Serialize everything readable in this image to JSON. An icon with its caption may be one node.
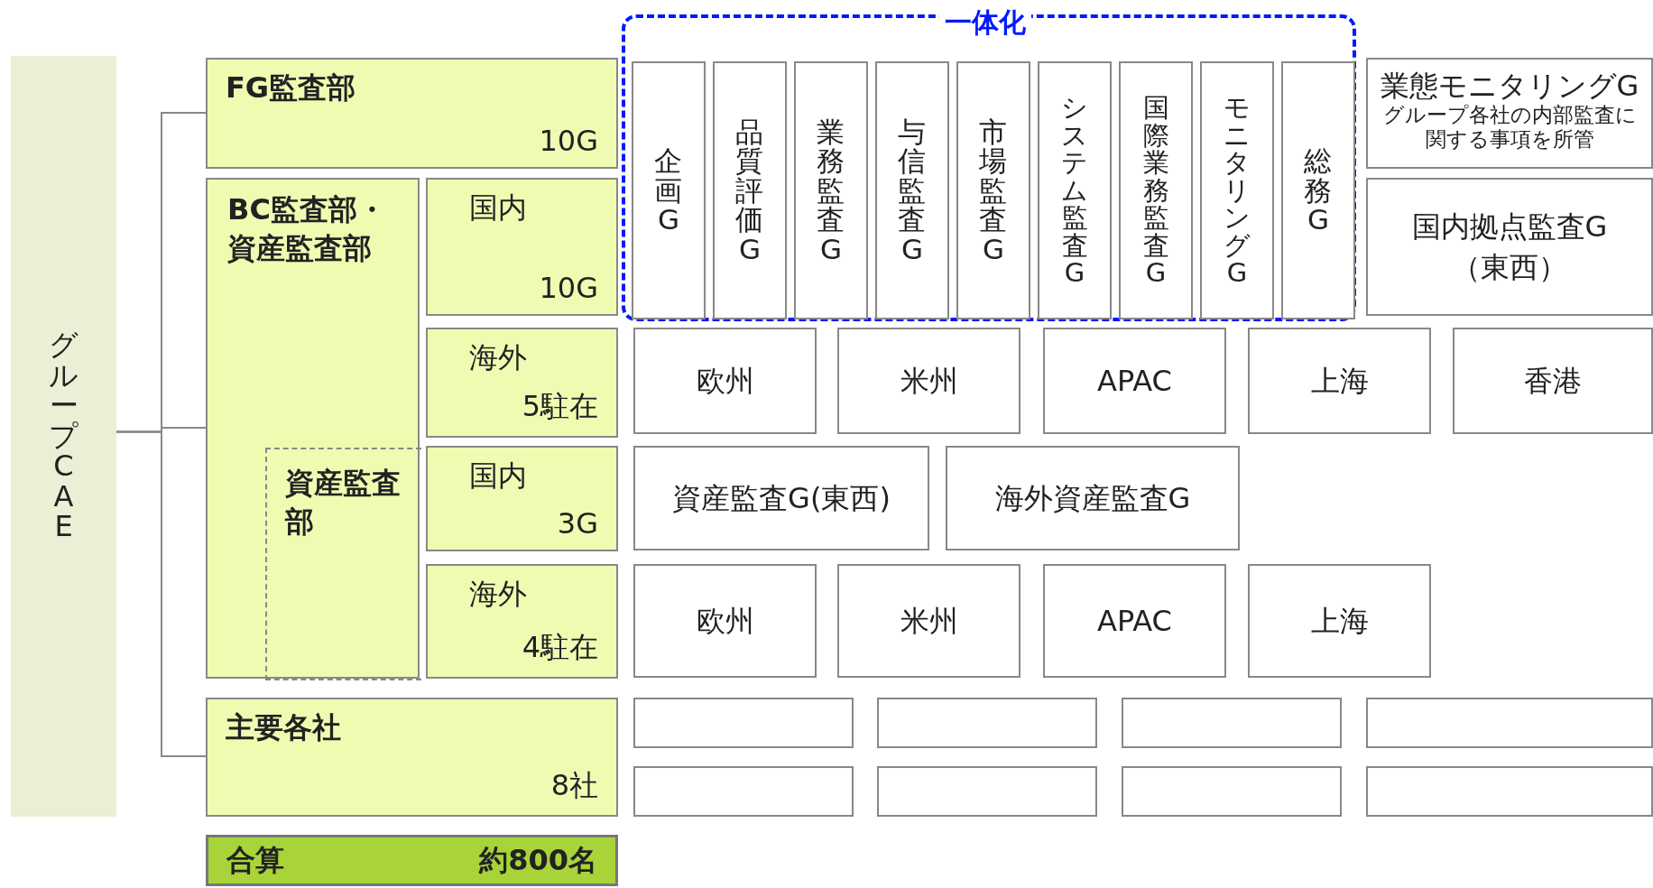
{
  "diagram": {
    "nodes": [
      {
        "text": [
          "グループCAE"
        ]
      },
      {
        "text": [
          "FG監査部",
          "10G"
        ]
      },
      {
        "text": [
          "一体化"
        ]
      },
      {
        "text": [
          "企画G"
        ],
        "in": 2
      },
      {
        "text": [
          "品質評価G"
        ],
        "in": 2
      },
      {
        "text": [
          "業務監査G"
        ],
        "in": 2
      },
      {
        "text": [
          "与信監査G"
        ],
        "in": 2
      },
      {
        "text": [
          "市場監査G"
        ],
        "in": 2
      },
      {
        "text": [
          "システム監査G"
        ],
        "in": 2
      },
      {
        "text": [
          "国際業務監査G"
        ],
        "in": 2
      },
      {
        "text": [
          "モニタリングG"
        ],
        "in": 2
      },
      {
        "text": [
          "総務G"
        ],
        "in": 2
      },
      {
        "text": [
          "業態モニタリングG",
          "グループ各社の内部監査に関する事項を所管"
        ]
      },
      {
        "text": [
          "BC監査部・資産監査部"
        ]
      },
      {
        "text": [
          "国内",
          "10G"
        ]
      },
      {
        "text": [
          "国内拠点監査G （東西）"
        ]
      },
      {
        "text": [
          "海外",
          "5駐在"
        ]
      },
      {
        "text": [
          "欧州"
        ]
      },
      {
        "text": [
          "米州"
        ]
      },
      {
        "text": [
          "APAC"
        ]
      },
      {
        "text": [
          "上海"
        ]
      },
      {
        "text": [
          "香港"
        ]
      },
      {
        "text": [
          "資産監査部"
        ],
        "in": 13
      },
      {
        "text": [
          "国内",
          "3G"
        ]
      },
      {
        "text": [
          "資産監査G(東西)"
        ]
      },
      {
        "text": [
          "海外資産監査G"
        ]
      },
      {
        "text": [
          "海外",
          "4駐在"
        ]
      },
      {
        "text": [
          "欧州"
        ]
      },
      {
        "text": [
          "米州"
        ]
      },
      {
        "text": [
          "APAC"
        ]
      },
      {
        "text": [
          "上海"
        ]
      },
      {
        "text": [
          "主要各社",
          "8社"
        ]
      },
      {
        "text": [],
        "shape": "box"
      },
      {
        "text": [],
        "shape": "box"
      },
      {
        "text": [],
        "shape": "box"
      },
      {
        "text": [],
        "shape": "box"
      },
      {
        "text": [],
        "shape": "box"
      },
      {
        "text": [],
        "shape": "box"
      },
      {
        "text": [],
        "shape": "box"
      },
      {
        "text": [],
        "shape": "box"
      },
      {
        "text": [
          "合算",
          "約800名"
        ]
      }
    ],
    "edges": [
      {
        "from": 0,
        "to": 1,
        "arrow": "none"
      },
      {
        "from": 0,
        "to": 13,
        "arrow": "none"
      },
      {
        "from": 0,
        "to": 31,
        "arrow": "none"
      }
    ]
  }
}
